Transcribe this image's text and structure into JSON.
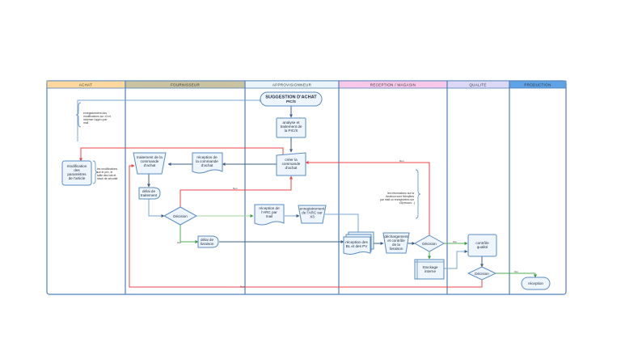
{
  "lanes": [
    {
      "id": "achat",
      "label": "ACHAT",
      "color": "#fdd9a0"
    },
    {
      "id": "fournisseur",
      "label": "FOURNISSEUR",
      "color": "#c9c3a2"
    },
    {
      "id": "approvisionneur",
      "label": "APPROVISIONNEUR",
      "color": "#eaf5fb"
    },
    {
      "id": "reception",
      "label": "RECEPTION / MAGASIN",
      "color": "#f7c8ea"
    },
    {
      "id": "qualite",
      "label": "QUALITE",
      "color": "#dcd8f5"
    },
    {
      "id": "production",
      "label": "PRODUCTION",
      "color": "#5fa2e6"
    }
  ],
  "nodes": {
    "suggestion": {
      "lines": [
        "SUGGESTION D'ACHAT",
        "PIC/S"
      ]
    },
    "analyse": {
      "lines": [
        "analyse et",
        "traitement de",
        "la PIC/S"
      ]
    },
    "creer_commande": {
      "lines": [
        "créer la",
        "commande",
        "d'achat"
      ]
    },
    "modification": {
      "lines": [
        "modification",
        "des",
        "paramètres",
        "de l'article"
      ]
    },
    "traitement_commande": {
      "lines": [
        "traitement de la",
        "commande",
        "d'achat"
      ]
    },
    "reception_commande": {
      "lines": [
        "réception de",
        "la commande",
        "d'achat"
      ]
    },
    "delai_traitement": {
      "lines": [
        "délai de",
        "traitement"
      ]
    },
    "decision_fournisseur": {
      "lines": [
        "Décision"
      ]
    },
    "delai_livraison": {
      "lines": [
        "délai de",
        "livraison"
      ]
    },
    "reception_arc": {
      "lines": [
        "réception de",
        "l'ARC par",
        "mail"
      ]
    },
    "enregistrement_arc": {
      "lines": [
        "enregistrement",
        "de l'ARC sur",
        "X3"
      ]
    },
    "reception_bl": {
      "lines": [
        "réception des",
        "BL et des PV"
      ]
    },
    "dechargement": {
      "lines": [
        "déchargement",
        "et contrôle",
        "de la",
        "livraison"
      ]
    },
    "decision_reception": {
      "lines": [
        "Décision"
      ]
    },
    "stockage": {
      "lines": [
        "Stockage",
        "interne"
      ]
    },
    "controle_qualite": {
      "lines": [
        "contrôle",
        "qualité"
      ]
    },
    "decision_qualite": {
      "lines": [
        "Décision"
      ]
    },
    "reception_production": {
      "lines": [
        "réception"
      ]
    }
  },
  "notes": {
    "achat_top": {
      "lines": [
        "enregistrement des",
        "modifications sur x3 et",
        "informer l'appro par",
        "mail"
      ]
    },
    "achat_side": {
      "lines": [
        "les modifications",
        "sur le prix, le",
        "taille des lots et",
        "stock de sécurité"
      ]
    },
    "reception_note": {
      "lines": [
        "les informations sur la",
        "livraison sont fichiqlées",
        "par mail ou enregistrées sur",
        "x3(retours...)"
      ]
    }
  },
  "edge_labels": {
    "non_fournisseur": "Non",
    "oui_fournisseur": "Oui",
    "non_reception": "Non",
    "oui_reception": "Oui",
    "oui_qualite": "Oui",
    "non_qualite": "Non"
  }
}
